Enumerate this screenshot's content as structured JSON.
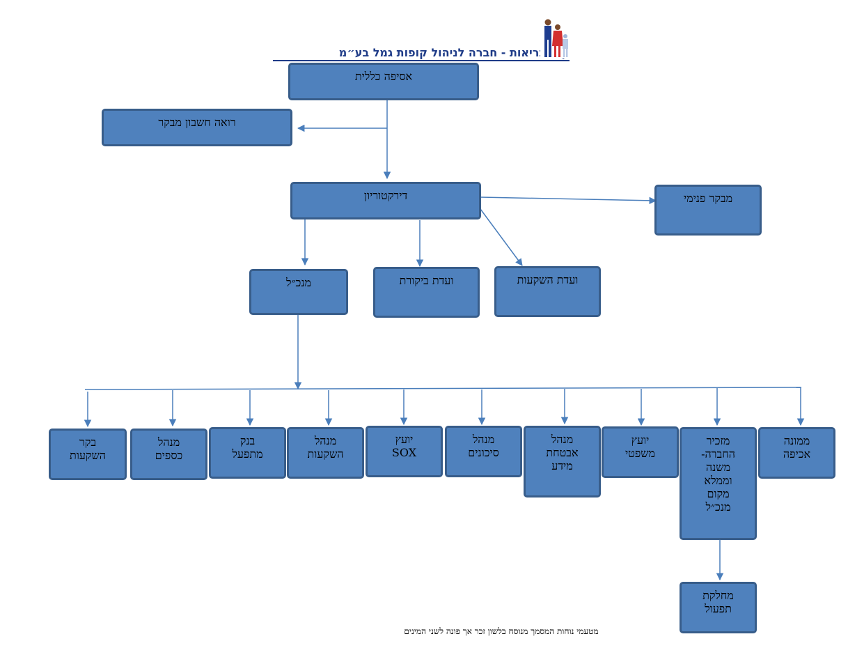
{
  "header": {
    "title": "קו הבריאות - חברה לניהול קופות גמל בע״מ",
    "logo_icon": "family-figures-icon"
  },
  "nodes": {
    "general_assembly": "אסיפה כללית",
    "external_auditor": "רואה חשבון מבקר",
    "board": "דירקטוריון",
    "internal_auditor": "מבקר פנימי",
    "ceo": "מנכ״ל",
    "audit_committee": "ועדת ביקורת",
    "investment_committee": "ועדת השקעות",
    "investment_controller": "בקר\nהשקעות",
    "finance_manager": "מנהל\nכספים",
    "operating_bank": "בנק\nמתפעל",
    "investment_manager": "מנהל\nהשקעות",
    "sox_advisor": "יועץ\nSOX",
    "risk_manager": "מנהל\nסיכונים",
    "infosec_manager": "מנהל\nאבטחת\nמידע",
    "legal_advisor": "יועץ\nמשפטי",
    "company_secretary": "מזכיר\nהחברה-\nמשנה\nוממלא\nמקום\nמנכ״ל",
    "enforcement_officer": "ממונה\nאכיפה",
    "operations_dept": "מחלקת\nתפעול"
  },
  "footnote": "מטעמי נוחות המסמך מנוסח בלשון זכר אך פונה לשני המינים",
  "colors": {
    "box_fill": "#4f81bd",
    "box_border": "#385d8a",
    "connector": "#4a7ebb"
  }
}
